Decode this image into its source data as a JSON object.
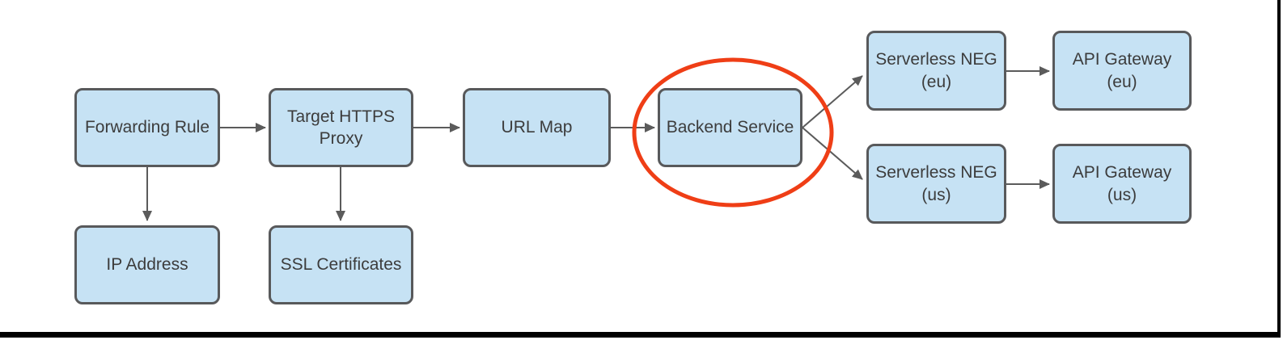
{
  "diagram": {
    "description": "Load balancer architecture flow diagram",
    "nodes": [
      {
        "id": "forwarding-rule",
        "label": "Forwarding Rule"
      },
      {
        "id": "target-https-proxy",
        "label": "Target HTTPS\nProxy"
      },
      {
        "id": "url-map",
        "label": "URL Map"
      },
      {
        "id": "backend-service",
        "label": "Backend Service",
        "highlighted": true
      },
      {
        "id": "ip-address",
        "label": "IP Address"
      },
      {
        "id": "ssl-certificates",
        "label": "SSL Certificates"
      },
      {
        "id": "serverless-neg-eu",
        "label": "Serverless NEG\n(eu)"
      },
      {
        "id": "api-gateway-eu",
        "label": "API Gateway\n(eu)"
      },
      {
        "id": "serverless-neg-us",
        "label": "Serverless NEG\n(us)"
      },
      {
        "id": "api-gateway-us",
        "label": "API Gateway\n(us)"
      }
    ],
    "edges": [
      {
        "from": "forwarding-rule",
        "to": "target-https-proxy"
      },
      {
        "from": "target-https-proxy",
        "to": "url-map"
      },
      {
        "from": "url-map",
        "to": "backend-service"
      },
      {
        "from": "forwarding-rule",
        "to": "ip-address"
      },
      {
        "from": "target-https-proxy",
        "to": "ssl-certificates"
      },
      {
        "from": "backend-service",
        "to": "serverless-neg-eu"
      },
      {
        "from": "backend-service",
        "to": "serverless-neg-us"
      },
      {
        "from": "serverless-neg-eu",
        "to": "api-gateway-eu"
      },
      {
        "from": "serverless-neg-us",
        "to": "api-gateway-us"
      }
    ],
    "highlight": {
      "shape": "ellipse",
      "around": "backend-service"
    },
    "colors": {
      "background": "#FFFFFF",
      "node_fill": "#C6E2F4",
      "node_border": "#58595B",
      "node_text": "#3C3C3C",
      "connector": "#5B5B5B",
      "highlight_ellipse": "#EF3E16",
      "frame_line": "#000000"
    }
  }
}
